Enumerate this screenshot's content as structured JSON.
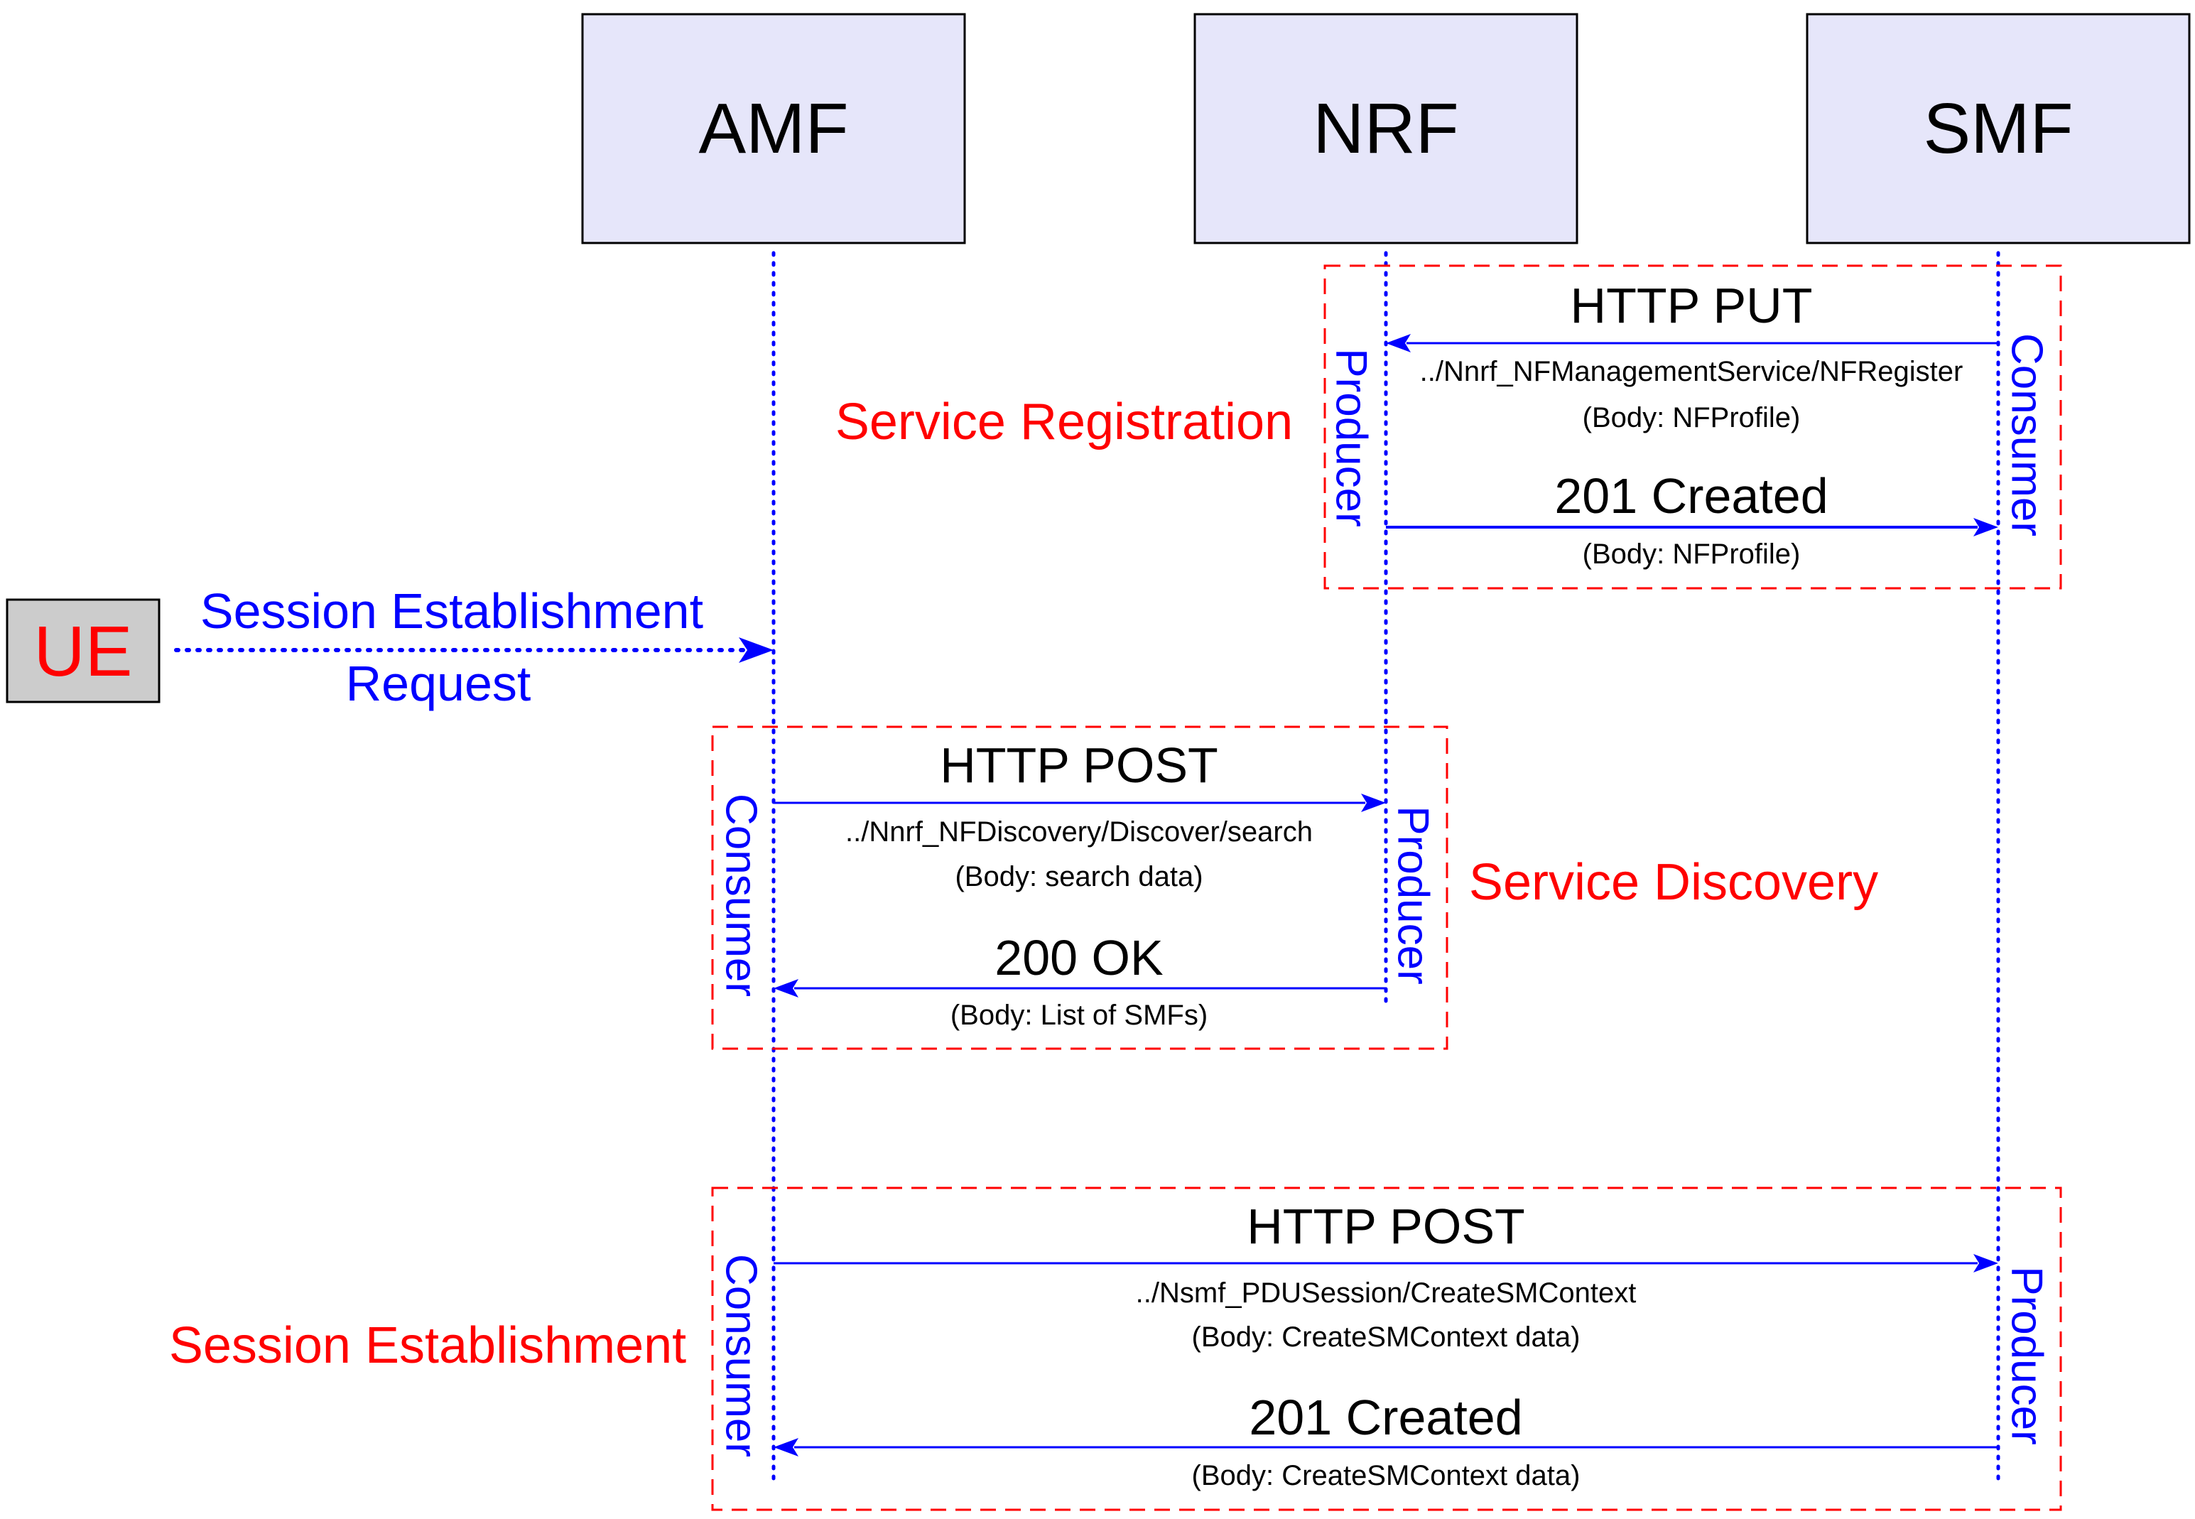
{
  "nodes": {
    "amf": "AMF",
    "nrf": "NRF",
    "smf": "SMF",
    "ue": "UE"
  },
  "ue_request": {
    "line1": "Session Establishment",
    "line2": "Request"
  },
  "registration": {
    "title": "Service Registration",
    "request_method": "HTTP PUT",
    "request_path": "../Nnrf_NFManagementService/NFRegister",
    "request_body": "(Body: NFProfile)",
    "response_status": "201 Created",
    "response_body": "(Body: NFProfile)",
    "producer_role": "Producer",
    "consumer_role": "Consumer"
  },
  "discovery": {
    "title": "Service Discovery",
    "request_method": "HTTP POST",
    "request_path": "../Nnrf_NFDiscovery/Discover/search",
    "request_body": "(Body: search data)",
    "response_status": "200 OK",
    "response_body": "(Body: List of SMFs)",
    "consumer_role": "Consumer",
    "producer_role": "Producer"
  },
  "establishment": {
    "title": "Session Establishment",
    "request_method": "HTTP POST",
    "request_path": "../Nsmf_PDUSession/CreateSMContext",
    "request_body": "(Body: CreateSMContext data)",
    "response_status": "201 Created",
    "response_body": "(Body: CreateSMContext data)",
    "consumer_role": "Consumer",
    "producer_role": "Producer"
  },
  "colors": {
    "participant_fill": "#e6e6fa",
    "ue_fill": "#cccccc",
    "message_blue": "#0000ff",
    "group_red": "#ff0000"
  }
}
